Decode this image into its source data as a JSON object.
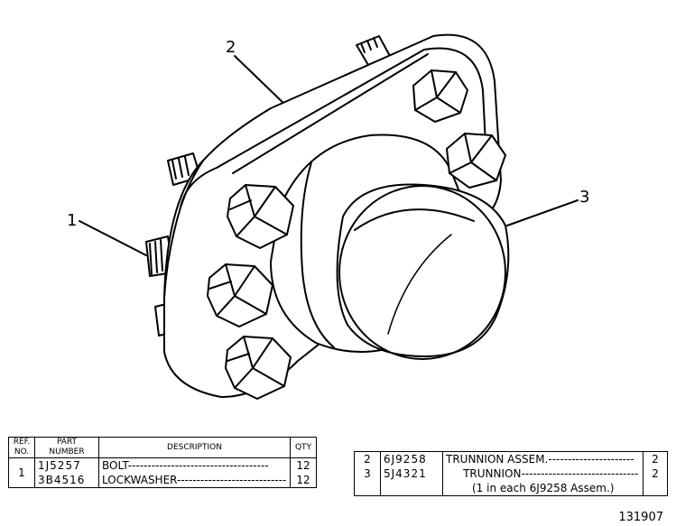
{
  "callouts": [
    "1",
    "2",
    "3"
  ],
  "table_left": {
    "headers": {
      "ref": "REF. NO.",
      "part": "PART NUMBER",
      "description": "DESCRIPTION",
      "qty": "QTY"
    },
    "rows": [
      {
        "ref": "1",
        "part": "1J5257",
        "description": "BOLT",
        "qty": "12"
      },
      {
        "ref": "",
        "part": "3B4516",
        "description": "LOCKWASHER",
        "qty": "12"
      }
    ]
  },
  "table_right": {
    "rows": [
      {
        "ref": "2",
        "part": "6J9258",
        "description": "TRUNNION ASSEM.",
        "qty": "2"
      },
      {
        "ref": "3",
        "part": "5J4321",
        "description": "TRUNNION",
        "qty": "2"
      },
      {
        "ref": "",
        "part": "",
        "description": "(1 in each 6J9258 Assem.)",
        "qty": ""
      }
    ]
  },
  "figure_number": "131907"
}
